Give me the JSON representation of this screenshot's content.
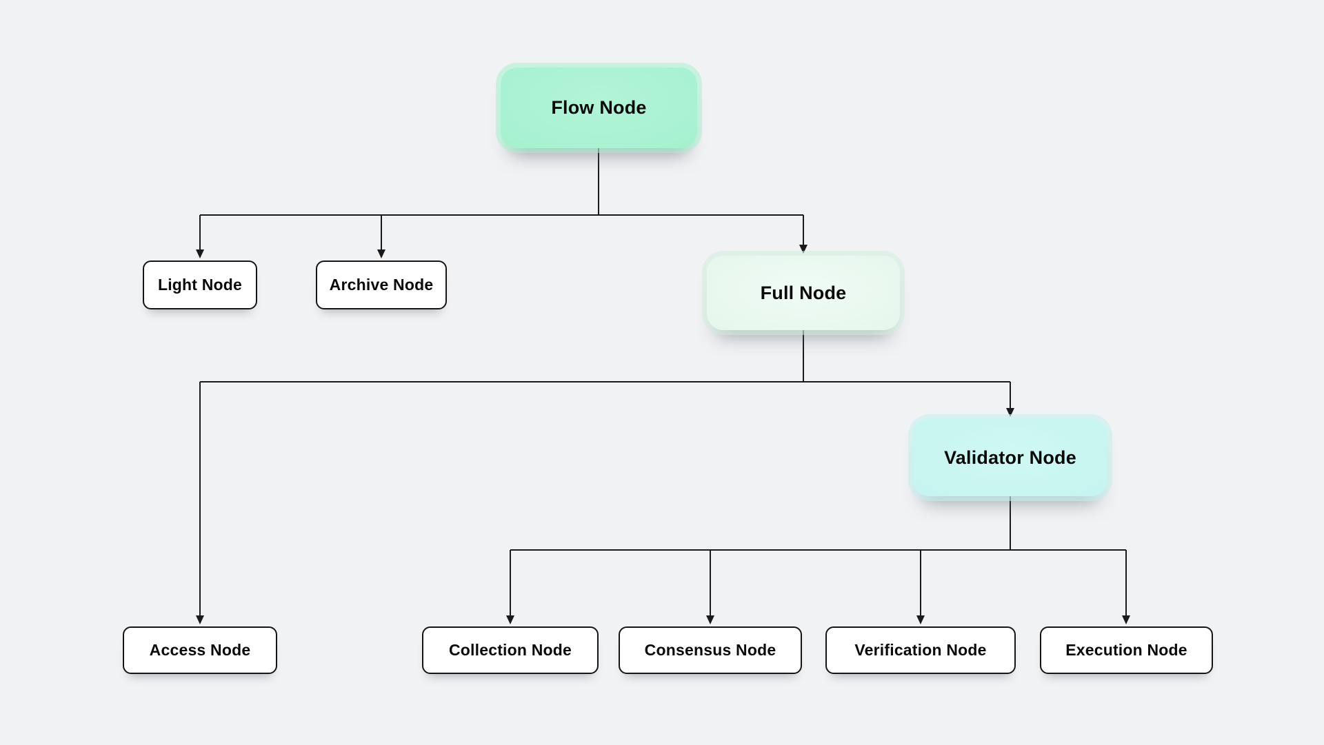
{
  "canvas": {
    "background": "#f1f2f4"
  },
  "colors": {
    "flow_node_fill": "#a9f0d1",
    "full_node_fill": "#e9f8f0",
    "validator_node_fill": "#c9f5f0",
    "child_node_fill": "#ffffff",
    "node_border": "#141414",
    "connector": "#1a1a1a",
    "text": "#0a0a0a"
  },
  "nodes": {
    "flow": {
      "label": "Flow Node"
    },
    "light": {
      "label": "Light Node"
    },
    "archive": {
      "label": "Archive Node"
    },
    "full": {
      "label": "Full Node"
    },
    "access": {
      "label": "Access Node"
    },
    "validator": {
      "label": "Validator Node"
    },
    "collection": {
      "label": "Collection Node"
    },
    "consensus": {
      "label": "Consensus Node"
    },
    "verification": {
      "label": "Verification Node"
    },
    "execution": {
      "label": "Execution Node"
    }
  },
  "edges": [
    {
      "from": "flow",
      "to": "light"
    },
    {
      "from": "flow",
      "to": "archive"
    },
    {
      "from": "flow",
      "to": "full"
    },
    {
      "from": "full",
      "to": "access"
    },
    {
      "from": "full",
      "to": "validator"
    },
    {
      "from": "validator",
      "to": "collection"
    },
    {
      "from": "validator",
      "to": "consensus"
    },
    {
      "from": "validator",
      "to": "verification"
    },
    {
      "from": "validator",
      "to": "execution"
    }
  ]
}
